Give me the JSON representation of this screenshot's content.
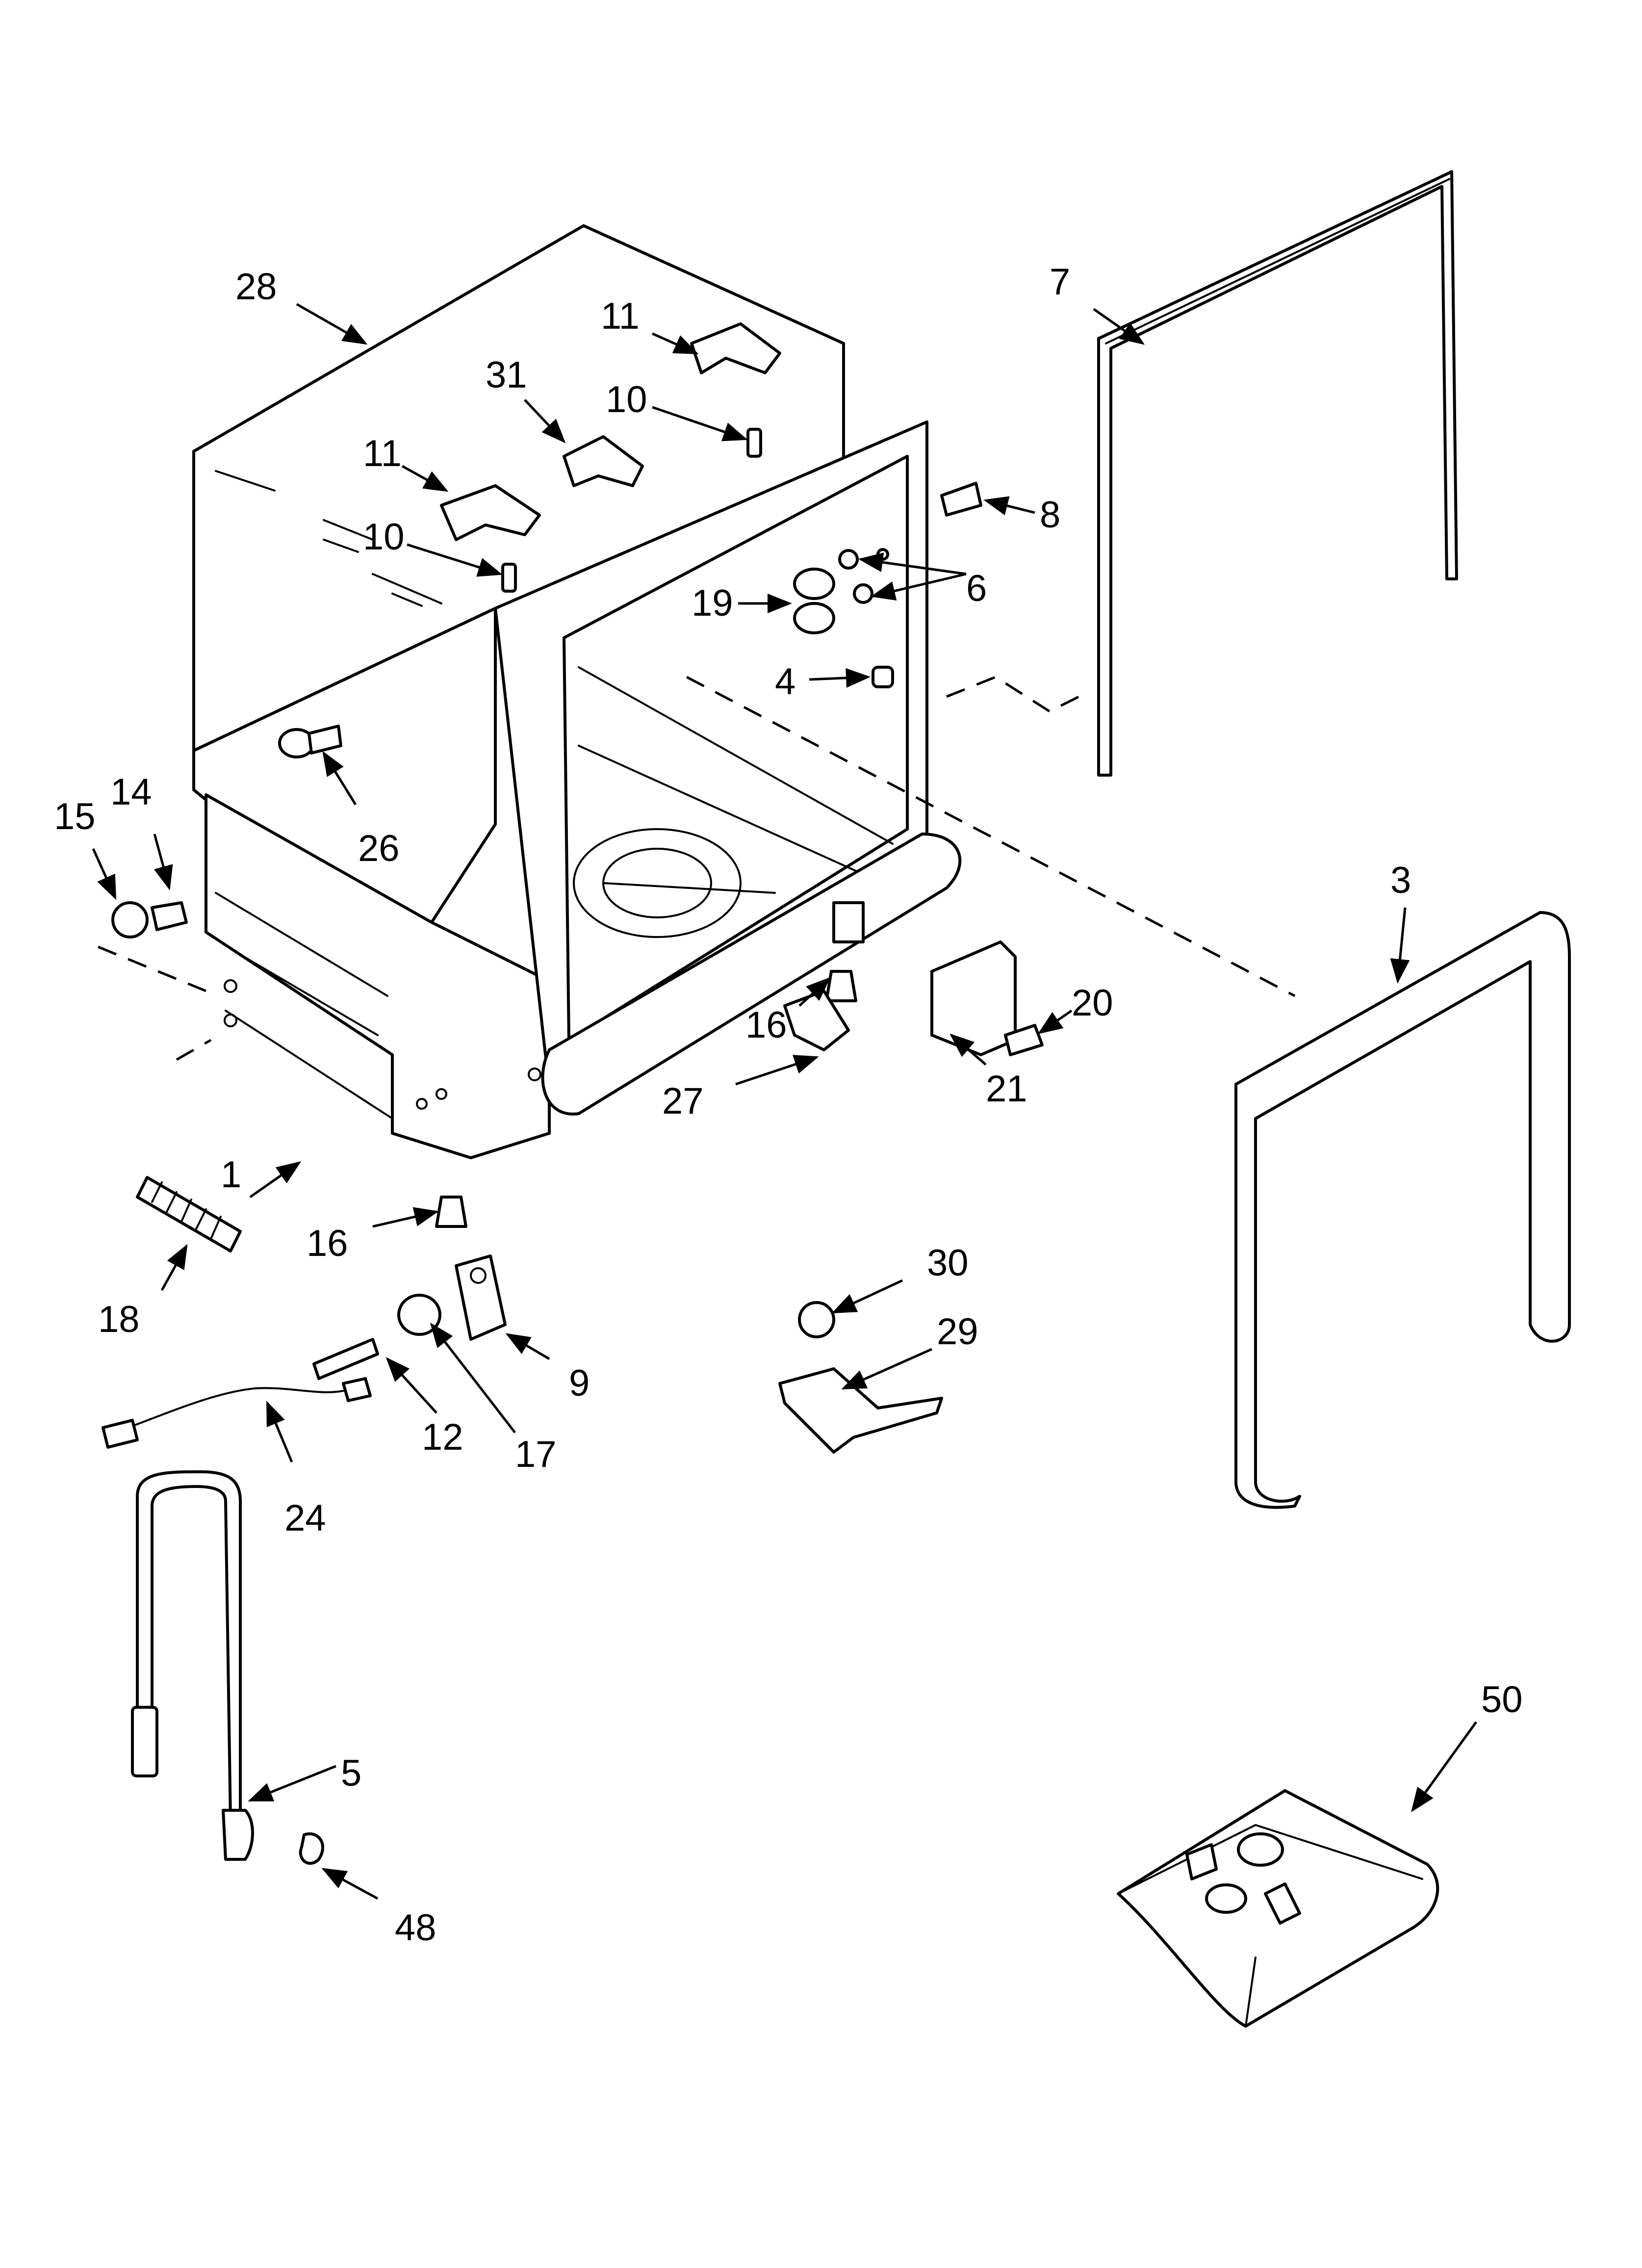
{
  "diagram": {
    "type": "exploded-parts-diagram",
    "line_color": "#000000",
    "background": "#ffffff",
    "callouts": {
      "c28": "28",
      "c11a": "11",
      "c31": "31",
      "c10a": "10",
      "c11b": "11",
      "c10b": "10",
      "c7": "7",
      "c8": "8",
      "c6": "6",
      "c19": "19",
      "c4": "4",
      "c26": "26",
      "c15": "15",
      "c14": "14",
      "c3": "3",
      "c20": "20",
      "c16a": "16",
      "c27": "27",
      "c21": "21",
      "c1": "1",
      "c16b": "16",
      "c18": "18",
      "c30": "30",
      "c29": "29",
      "c9": "9",
      "c12": "12",
      "c17": "17",
      "c24": "24",
      "c5": "5",
      "c48": "48",
      "c50": "50"
    }
  }
}
